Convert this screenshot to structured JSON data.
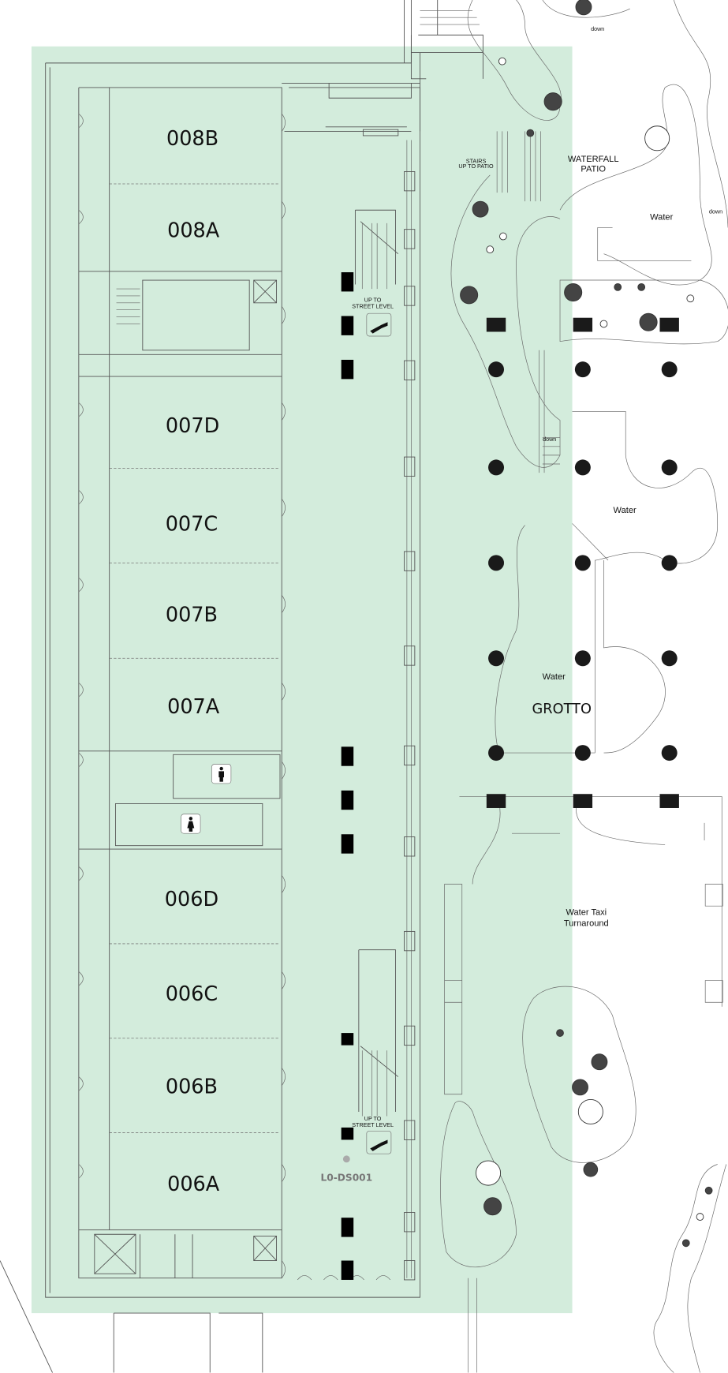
{
  "map": {
    "highlight_color": "#d3ecdc",
    "rooms": [
      "008B",
      "008A",
      "007D",
      "007C",
      "007B",
      "007A",
      "006D",
      "006C",
      "006B",
      "006A"
    ],
    "areas": {
      "waterfall_patio": [
        "WATERFALL",
        "PATIO"
      ],
      "water_labels": [
        "Water",
        "Water",
        "Water"
      ],
      "grotto": "GROTTO",
      "water_taxi": [
        "Water Taxi",
        "Turnaround"
      ],
      "stairs_patio": [
        "STAIRS",
        "UP TO PATIO"
      ],
      "down_labels": [
        "down",
        "down",
        "down"
      ]
    },
    "escalators": [
      {
        "label": [
          "UP TO",
          "STREET LEVEL"
        ]
      },
      {
        "label": [
          "UP TO",
          "STREET LEVEL"
        ]
      }
    ],
    "kiosk": {
      "id": "L0-DS001",
      "dot_color": "#aaaaaa"
    },
    "restrooms": [
      "mens-restroom",
      "womens-restroom"
    ]
  }
}
